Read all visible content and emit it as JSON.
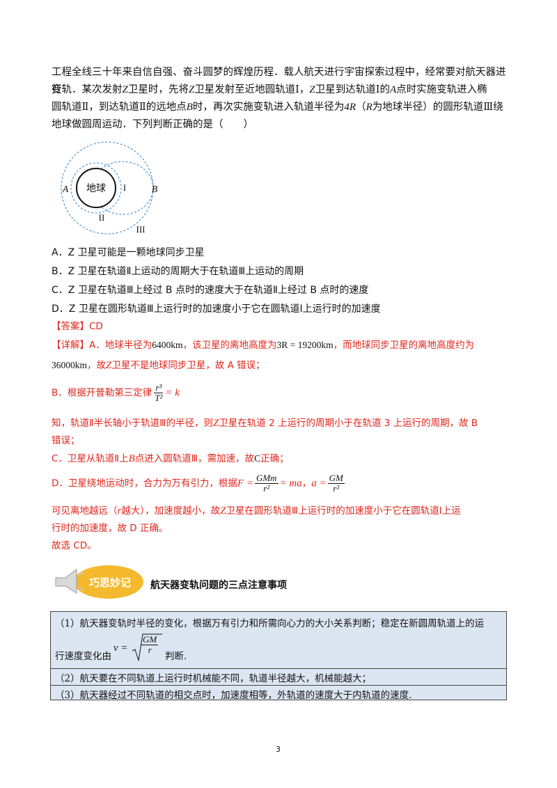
{
  "question": {
    "line1": "工程全线三十年来自信自强、奋斗圆梦的辉煌历程．载人航天进行宇宙探索过程中，经常要对航天器进行",
    "line2_a": "变轨．某次发射",
    "line2_b": "卫星时，先将",
    "line2_c": "卫星发射至近地圆轨道Ⅰ，",
    "line2_d": "卫星到达轨道Ⅰ的",
    "line2_e": "点时实施变轨进入椭",
    "line3_a": "圆轨道Ⅱ，到达轨道Ⅱ的远地点",
    "line3_b": "时，再次实施变轨进入轨道半径为",
    "line3_c": "（",
    "line3_d": "为地球半径）的圆形轨道Ⅲ绕",
    "line4": "地球做圆周运动．下列判断正确的是（　　）",
    "var_Z": "Z",
    "var_A": "A",
    "var_B": "B",
    "var_4R": "4R",
    "var_R": "R"
  },
  "diagram": {
    "earth_label": "地球",
    "label_A": "A",
    "label_B": "B",
    "label_I": "I",
    "label_II": "II",
    "label_III": "III"
  },
  "options": {
    "A": "A．Z 卫星可能是一颗地球同步卫星",
    "B": "B．Z 卫星在轨道Ⅱ上运动的周期大于在轨道Ⅲ上运动的周期",
    "C": "C．Z 卫星在轨道Ⅲ上经过 B 点时的速度大于在轨道Ⅱ上经过 B 点时的速度",
    "D": "D．Z 卫星在圆形轨道Ⅲ上运行时的加速度小于它在圆轨道Ⅰ上运行时的加速度"
  },
  "answer": {
    "tag": "【答案】",
    "value": "CD"
  },
  "explanation": {
    "tag": "【详解】",
    "a1": "A．地球半径为",
    "a_radius": "6400km",
    "a2": "，该卫星的离地高度为",
    "a_height": "3R = 19200km",
    "a3": "，而地球同步卫星的离地高度约为",
    "a_geo": "36000km",
    "a4": "，故",
    "a_z": "Z",
    "a5": "卫星不是地球同步卫星，故 A 错误；",
    "b1": "B．根据开普勒第三定律",
    "b_num": "r³",
    "b_den": "T²",
    "b_eq": "= k",
    "b2_a": "知，轨道Ⅱ半长轴小于轨道Ⅲ的半径，则",
    "b2_z": "Z",
    "b2_b": "卫星在轨道 2 上运行的周期小于在轨道 3 上运行的周期，故 B",
    "b3": "错误；",
    "c1": "C．卫星从轨道Ⅱ上",
    "c_b": "B",
    "c2": "点进入圆轨道Ⅲ，需加速，故",
    "c_c": "C",
    "c3": "正确；",
    "d1": "D．卫星绕地运动时，合力为万有引力，根据",
    "d_F": "F =",
    "d_num": "GMm",
    "d_den": "r²",
    "d_ma": "= ma",
    "d_comma": "，",
    "d_a": "a =",
    "d_num2": "GM",
    "d_den2": "r²",
    "e1_a": "可见离地越远（",
    "e1_r": "r",
    "e1_b": "越大），加速度越小，故",
    "e1_z": "Z",
    "e1_c": "卫星在圆形轨道Ⅲ上运行时的加速度小于它在圆轨道Ⅰ上运",
    "e2": "行时的加速度，故 D 正确。",
    "conclusion": "故选 CD。"
  },
  "tip": {
    "badge": "巧思妙记",
    "title": "航天器变轨问题的三点注意事项",
    "row1": "（1）航天器变轨时半径的变化，根据万有引力和所需向心力的大小关系判断；稳定在新圆周轨道上的运",
    "row2_a": "行速度变化由",
    "row2_v": "v =",
    "row2_num": "GM",
    "row2_den": "r",
    "row2_b": "判断.",
    "row3": "（2）航天要在不同轨道上运行时机械能不同，轨道半径越大，机械能越大；",
    "row4": "（3）航天器经过不同轨道的相交点时，加速度相等，外轨道的速度大于内轨道的速度."
  },
  "page_number": "3",
  "colors": {
    "explanation_red": "#e0251b",
    "badge_yellow": "#f5b92e",
    "tip_background": "#dce6f2",
    "orbit_blue": "#3b8fd4"
  }
}
